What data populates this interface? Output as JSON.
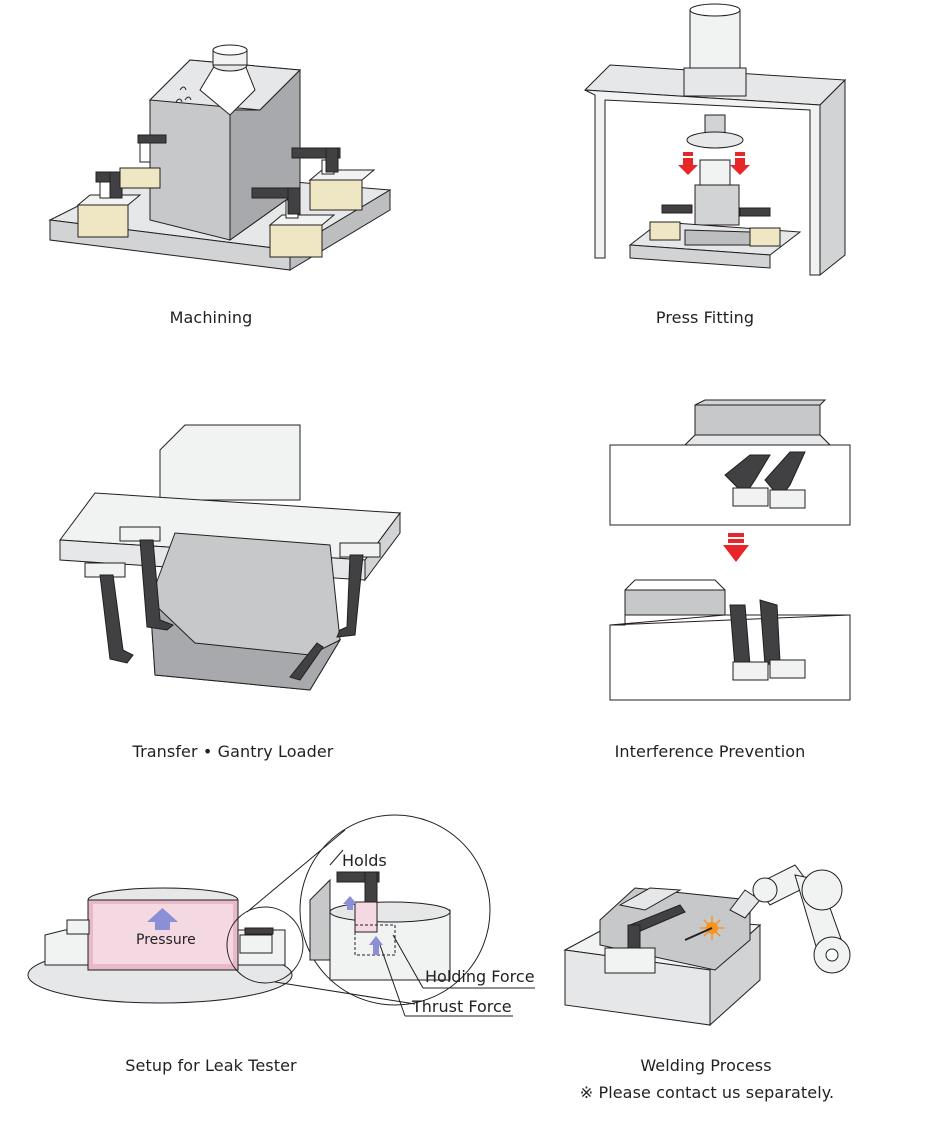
{
  "captions": {
    "machining": "Machining",
    "press_fitting": "Press Fitting",
    "transfer": "Transfer • Gantry Loader",
    "interference": "Interference Prevention",
    "leak_tester": "Setup for Leak Tester",
    "welding": "Welding Process",
    "welding_note": "※ Please contact us separately."
  },
  "leak_tester_labels": {
    "pressure": "Pressure",
    "holds": "Holds",
    "holding_force": "Holding Force",
    "thrust_force": "Thrust Force"
  },
  "colors": {
    "line": "#231f20",
    "gray_light": "#e6e7e8",
    "gray_mid": "#c7c8ca",
    "gray_dark": "#a7a9ac",
    "clamp_arm": "#414042",
    "clamp_body_tan": "#efe7c4",
    "press_arrow_red": "#e8262a",
    "pressure_pink": "#e7b9c9",
    "force_arrow_blue": "#8b8fd6"
  },
  "icons": [
    "down-arrow-icon",
    "up-arrow-icon",
    "weld-spark-icon"
  ]
}
